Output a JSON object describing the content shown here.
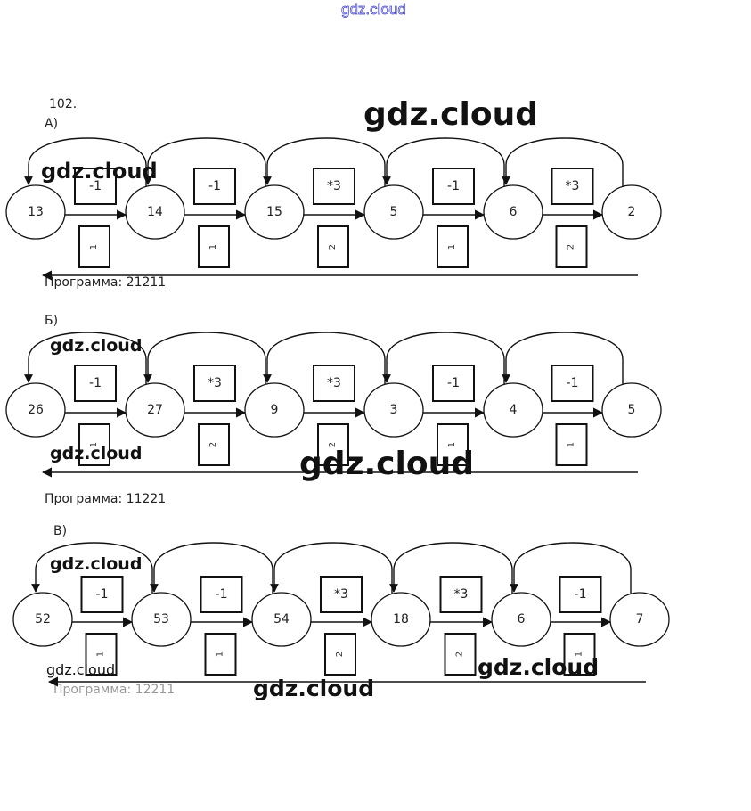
{
  "header": {
    "watermark": "gdz.cloud"
  },
  "task_number": "102.",
  "parts": [
    {
      "label": "А)",
      "nodes": [
        "13",
        "14",
        "15",
        "5",
        "6",
        "2"
      ],
      "ops": [
        "-1",
        "-1",
        "*3",
        "-1",
        "*3"
      ],
      "codes": [
        "1",
        "1",
        "2",
        "1",
        "2"
      ],
      "program": "Программа: 21211"
    },
    {
      "label": "Б)",
      "nodes": [
        "26",
        "27",
        "9",
        "3",
        "4",
        "5"
      ],
      "ops": [
        "-1",
        "*3",
        "*3",
        "-1",
        "-1"
      ],
      "codes": [
        "1",
        "2",
        "2",
        "1",
        "1"
      ],
      "program": "Программа: 11221"
    },
    {
      "label": "В)",
      "nodes": [
        "52",
        "53",
        "54",
        "18",
        "6",
        "7"
      ],
      "ops": [
        "-1",
        "-1",
        "*3",
        "*3",
        "-1"
      ],
      "codes": [
        "1",
        "1",
        "2",
        "2",
        "1"
      ],
      "program": "Программа: 12211"
    }
  ],
  "watermarks": [
    "gdz.cloud",
    "gdz.cloud",
    "gdz.cloud",
    "gdz.cloud",
    "gdz.cloud",
    "gdz.cloud",
    "gdz.cloud",
    "gdz.cloud",
    "gdz.cloud"
  ]
}
